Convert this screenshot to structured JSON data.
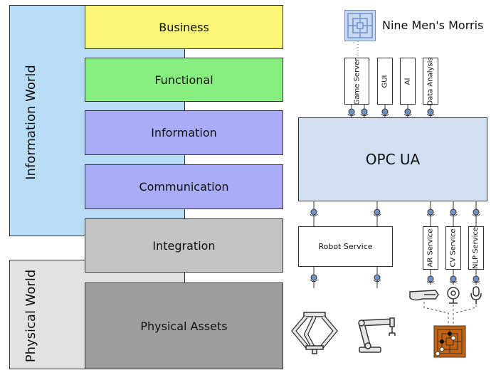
{
  "worlds": {
    "information": "Information World",
    "physical": "Physical World"
  },
  "layers": {
    "business": "Business",
    "functional": "Functional",
    "information": "Information",
    "communication": "Communication",
    "integration": "Integration",
    "physical_assets": "Physical Assets"
  },
  "game": {
    "title": "Nine Men's Morris"
  },
  "services_top": [
    "Game Server",
    "GUI",
    "AI",
    "Data Analysis"
  ],
  "hub": {
    "label": "OPC UA"
  },
  "robot_service": {
    "label": "Robot Service"
  },
  "services_right": [
    "AR Service",
    "CV Service",
    "NLP Service"
  ],
  "colors": {
    "information_world": "#b9dcf7",
    "physical_world": "#e2e2e2",
    "business": "#f9f67a",
    "functional": "#87ef80",
    "information": "#a9acf6",
    "communication": "#a9acf6",
    "integration": "#c4c4c4",
    "physical_assets": "#9e9e9e",
    "opcua": "#d1dff0",
    "connector": "#6f93c9",
    "board": "#c7620f"
  },
  "icons": [
    "delta-robot-icon",
    "robot-arm-icon",
    "gripper-icon",
    "camera-icon",
    "microphone-icon",
    "game-board-icon"
  ]
}
